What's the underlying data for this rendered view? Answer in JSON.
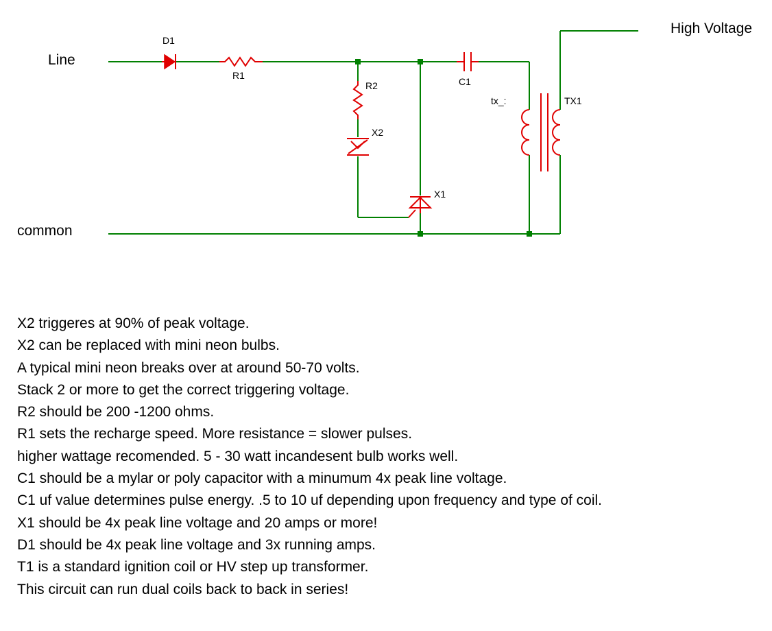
{
  "diagram": {
    "terminals": {
      "line": "Line",
      "common": "common",
      "high_voltage": "High Voltage"
    },
    "components": {
      "d1": "D1",
      "r1": "R1",
      "r2": "R2",
      "x2": "X2",
      "c1": "C1",
      "x1": "X1",
      "tx_primary": "tx_:",
      "tx1": "TX1"
    },
    "colors": {
      "wire": "#008000",
      "component": "#e00000",
      "text": "#000000"
    }
  },
  "notes": [
    "X2 triggeres at 90% of peak voltage.",
    "X2 can be replaced with  mini neon bulbs.",
    "A typical mini neon breaks over at around 50-70 volts.",
    "Stack 2 or more to get the correct triggering voltage.",
    "R2 should be 200 -1200 ohms.",
    "R1 sets the recharge speed.  More resistance = slower pulses.",
    "higher wattage recomended.  5 - 30 watt incandesent bulb works well.",
    "C1 should be a mylar or poly capacitor with a minumum 4x peak line voltage.",
    "C1 uf value determines pulse energy.  .5 to 10 uf depending upon frequency and type of coil.",
    "X1 should be 4x peak line voltage and 20 amps or more!",
    "D1 should be 4x peak line voltage and 3x running amps.",
    "T1 is a standard ignition coil or HV step up transformer.",
    "This circuit can run dual coils back to back in series!"
  ]
}
